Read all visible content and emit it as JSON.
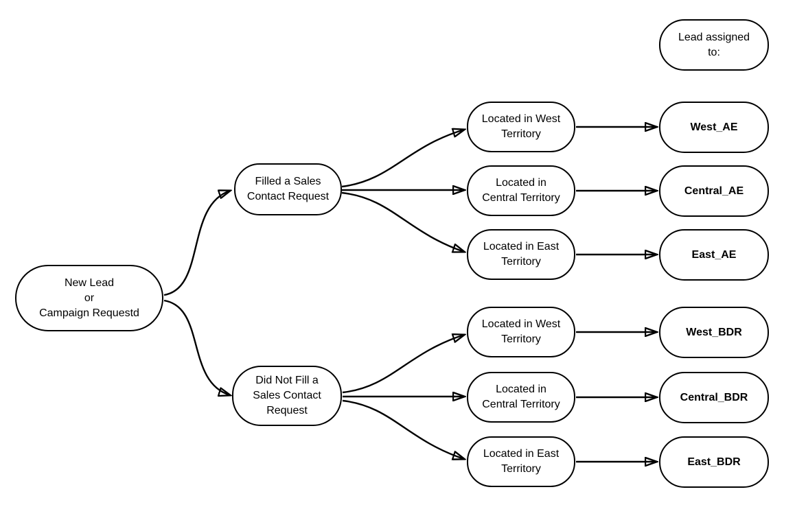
{
  "diagram": {
    "background_color": "#ffffff",
    "line_color": "#000000",
    "nodes": {
      "start": {
        "label": "New Lead\nor\nCampaign Requestd"
      },
      "filled_request": {
        "label": "Filled a Sales\nContact Request"
      },
      "no_request": {
        "label": "Did Not Fill a\nSales Contact\nRequest"
      },
      "assigned_header": {
        "label": "Lead assigned\nto:"
      },
      "west_territory_ae": {
        "label": "Located in West\nTerritory"
      },
      "central_territory_ae": {
        "label": "Located in\nCentral Territory"
      },
      "east_territory_ae": {
        "label": "Located in East\nTerritory"
      },
      "west_territory_bdr": {
        "label": "Located in West\nTerritory"
      },
      "central_territory_bdr": {
        "label": "Located in\nCentral Territory"
      },
      "east_territory_bdr": {
        "label": "Located in East\nTerritory"
      },
      "west_ae": {
        "label": "West_AE"
      },
      "central_ae": {
        "label": "Central_AE"
      },
      "east_ae": {
        "label": "East_AE"
      },
      "west_bdr": {
        "label": "West_BDR"
      },
      "central_bdr": {
        "label": "Central_BDR"
      },
      "east_bdr": {
        "label": "East_BDR"
      }
    },
    "edges": [
      {
        "from": "start",
        "to": "filled_request"
      },
      {
        "from": "start",
        "to": "no_request"
      },
      {
        "from": "filled_request",
        "to": "west_territory_ae"
      },
      {
        "from": "filled_request",
        "to": "central_territory_ae"
      },
      {
        "from": "filled_request",
        "to": "east_territory_ae"
      },
      {
        "from": "no_request",
        "to": "west_territory_bdr"
      },
      {
        "from": "no_request",
        "to": "central_territory_bdr"
      },
      {
        "from": "no_request",
        "to": "east_territory_bdr"
      },
      {
        "from": "west_territory_ae",
        "to": "west_ae"
      },
      {
        "from": "central_territory_ae",
        "to": "central_ae"
      },
      {
        "from": "east_territory_ae",
        "to": "east_ae"
      },
      {
        "from": "west_territory_bdr",
        "to": "west_bdr"
      },
      {
        "from": "central_territory_bdr",
        "to": "central_bdr"
      },
      {
        "from": "east_territory_bdr",
        "to": "east_bdr"
      }
    ]
  }
}
